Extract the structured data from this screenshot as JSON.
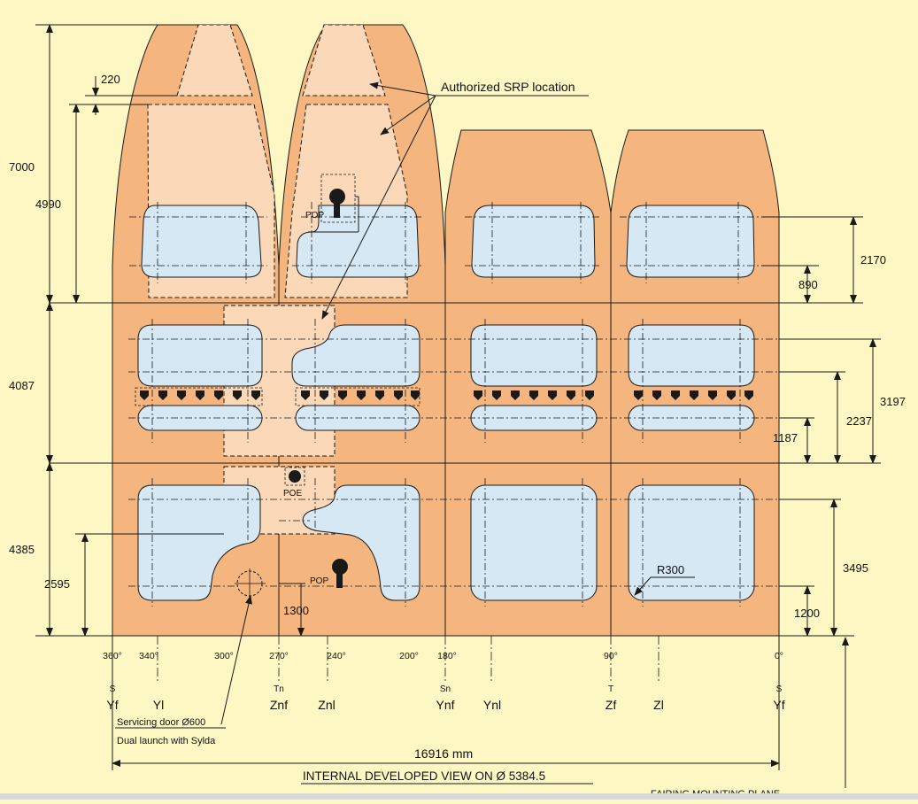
{
  "labels": {
    "srp": "Authorized SRP location",
    "pop_top": "POP",
    "pop_bottom": "POP",
    "poe": "POE",
    "r300": "R300",
    "servicing": "Servicing door Ø600",
    "dual_launch": "Dual launch with Sylda",
    "total_width": "16916 mm",
    "view_title": "INTERNAL DEVELOPED VIEW ON  Ø 5384.5",
    "fairing_plane": "FAIRING MOUNTING PLANE"
  },
  "dimensions": {
    "d220": "220",
    "d7000": "7000",
    "d4990": "4990",
    "d4087": "4087",
    "d4385": "4385",
    "d2595": "2595",
    "d1300": "1300",
    "d2170": "2170",
    "d890": "890",
    "d3197": "3197",
    "d2237": "2237",
    "d1187": "1187",
    "d3495": "3495",
    "d1200": "1200"
  },
  "angles": [
    {
      "label": "360°"
    },
    {
      "label": "340°"
    },
    {
      "label": "300°"
    },
    {
      "label": "270°"
    },
    {
      "label": "240°"
    },
    {
      "label": "200°"
    },
    {
      "label": "180°"
    },
    {
      "label": "90°"
    },
    {
      "label": "0°"
    }
  ],
  "axes_top": [
    {
      "label": "S"
    },
    {
      "label": "Tn"
    },
    {
      "label": "Sn"
    },
    {
      "label": "T"
    },
    {
      "label": "S"
    }
  ],
  "axes_bottom": [
    {
      "label": "Yf"
    },
    {
      "label": "Yl"
    },
    {
      "label": "Znf"
    },
    {
      "label": "Znl"
    },
    {
      "label": "Ynf"
    },
    {
      "label": "Ynl"
    },
    {
      "label": "Zf"
    },
    {
      "label": "Zl"
    },
    {
      "label": "Yf"
    }
  ],
  "colors": {
    "background": "#fdf7c4",
    "structure": "#f4b57e",
    "srp_zone": "#fad8b8",
    "window": "#d6e8f4",
    "line": "#1a1a1a"
  }
}
